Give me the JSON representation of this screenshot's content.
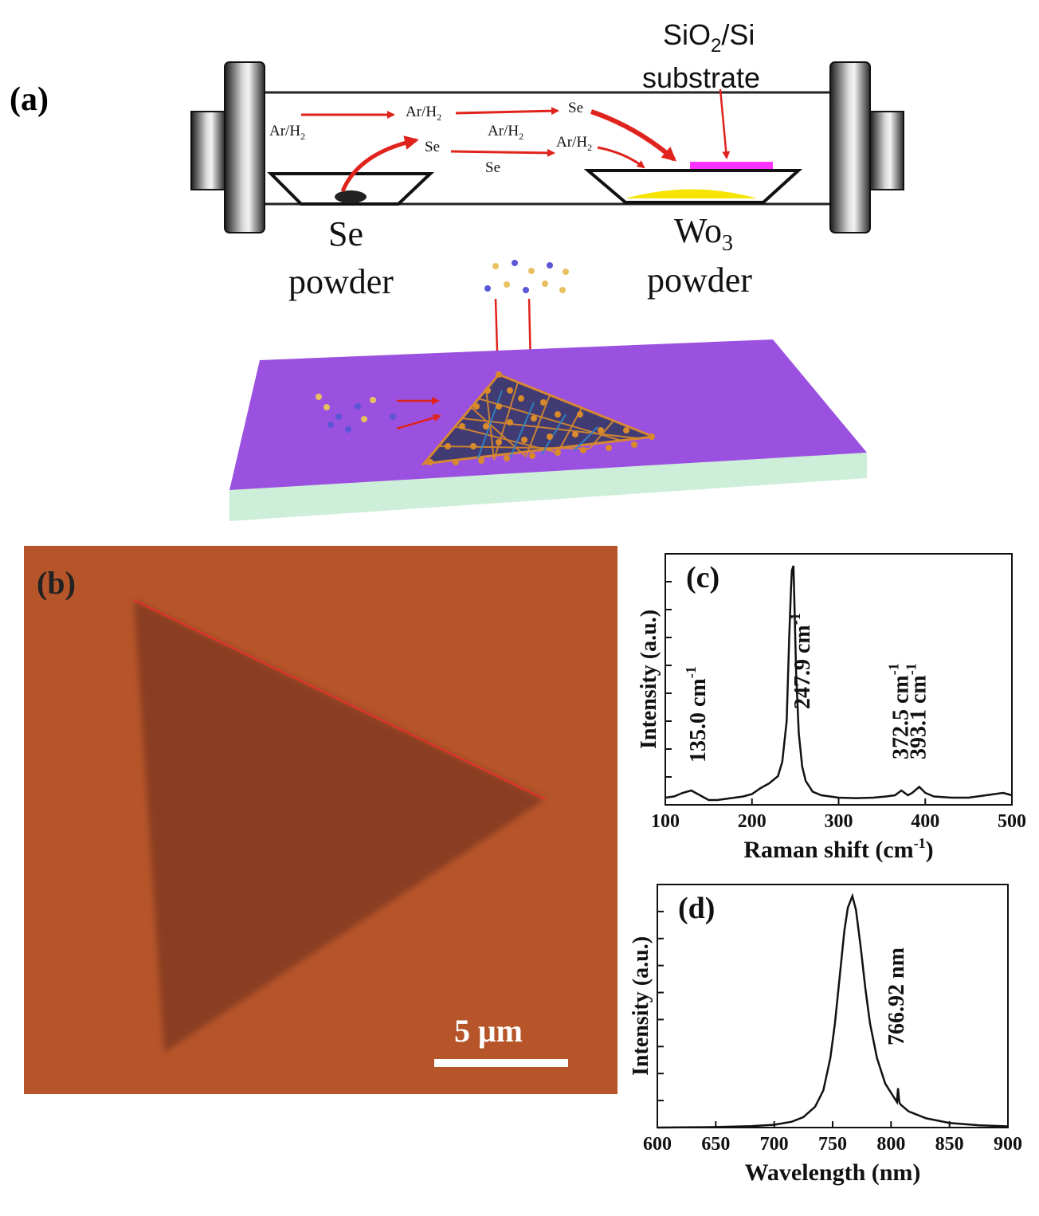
{
  "panel_a": {
    "label": "(a)",
    "substrate_line1_main": "SiO",
    "substrate_line1_sub": "2",
    "substrate_line1_tail": "/Si",
    "substrate_line2": "substrate",
    "se_powder_line1": "Se",
    "se_powder_line2": "powder",
    "wo3_main": "Wo",
    "wo3_sub": "3",
    "wo3_line2": "powder",
    "flow_labels": [
      {
        "text": "Ar/H",
        "sub": "2"
      },
      {
        "text": "Ar/H",
        "sub": "2"
      },
      {
        "text": "Se",
        "sub": ""
      },
      {
        "text": "Se",
        "sub": ""
      },
      {
        "text": "Ar/H",
        "sub": "2"
      },
      {
        "text": "Ar/H",
        "sub": "2"
      },
      {
        "text": "Se",
        "sub": ""
      }
    ],
    "colors": {
      "arrow": "#e0231c",
      "substrate": "#ff33ff",
      "wo3": "#f5e400",
      "platform_top": "#9b51e0",
      "platform_side": "#cdeed8"
    }
  },
  "panel_b": {
    "label": "(b)",
    "scale_bar": "5 μm",
    "colors": {
      "background": "#b6552a",
      "flake": "#8a3c22",
      "edge": "#e8302a"
    }
  },
  "chart_data": [
    {
      "id": "c",
      "type": "line",
      "label": "(c)",
      "xlabel_main": "Raman shift (cm",
      "xlabel_sup": "-1",
      "xlabel_tail": ")",
      "ylabel": "Intensity (a.u.)",
      "xlim": [
        100,
        500
      ],
      "xticks": [
        "100",
        "200",
        "300",
        "400",
        "500"
      ],
      "x": [
        100,
        110,
        120,
        130,
        140,
        150,
        160,
        170,
        180,
        190,
        200,
        210,
        220,
        230,
        235,
        240,
        243,
        245,
        246,
        247.9,
        249,
        251,
        254,
        258,
        262,
        270,
        280,
        300,
        320,
        340,
        355,
        365,
        372.5,
        380,
        385,
        393.1,
        400,
        410,
        430,
        450,
        470,
        490,
        500
      ],
      "y": [
        0.03,
        0.035,
        0.05,
        0.06,
        0.04,
        0.02,
        0.02,
        0.025,
        0.03,
        0.035,
        0.045,
        0.07,
        0.09,
        0.12,
        0.18,
        0.35,
        0.7,
        0.9,
        0.98,
        1.0,
        0.85,
        0.55,
        0.3,
        0.16,
        0.1,
        0.055,
        0.04,
        0.03,
        0.028,
        0.03,
        0.035,
        0.04,
        0.06,
        0.04,
        0.05,
        0.075,
        0.05,
        0.035,
        0.03,
        0.03,
        0.04,
        0.05,
        0.04
      ],
      "annotations": [
        {
          "text": "135.0 cm",
          "sup": "-1",
          "x": 135.0
        },
        {
          "text": "247.9 cm",
          "sup": "-1",
          "x": 247.9
        },
        {
          "text": "372.5 cm",
          "sup": "-1",
          "x": 372.5
        },
        {
          "text": "393.1 cm",
          "sup": "-1",
          "x": 393.1
        }
      ]
    },
    {
      "id": "d",
      "type": "line",
      "label": "(d)",
      "xlabel": "Wavelength (nm)",
      "ylabel": "Intensity (a.u.)",
      "xlim": [
        600,
        900
      ],
      "xticks": [
        "600",
        "650",
        "700",
        "750",
        "800",
        "850",
        "900"
      ],
      "x": [
        600,
        650,
        680,
        700,
        715,
        725,
        735,
        742,
        748,
        752,
        756,
        760,
        763,
        766.92,
        770,
        774,
        778,
        782,
        788,
        795,
        805,
        806,
        807,
        808,
        815,
        830,
        850,
        875,
        900
      ],
      "y": [
        0.0,
        0.002,
        0.006,
        0.012,
        0.025,
        0.045,
        0.09,
        0.16,
        0.3,
        0.45,
        0.65,
        0.85,
        0.95,
        1.0,
        0.94,
        0.78,
        0.6,
        0.45,
        0.3,
        0.19,
        0.11,
        0.17,
        0.11,
        0.1,
        0.07,
        0.04,
        0.02,
        0.01,
        0.005
      ],
      "annotations": [
        {
          "text": "766.92 nm",
          "x": 766.92
        }
      ]
    }
  ]
}
